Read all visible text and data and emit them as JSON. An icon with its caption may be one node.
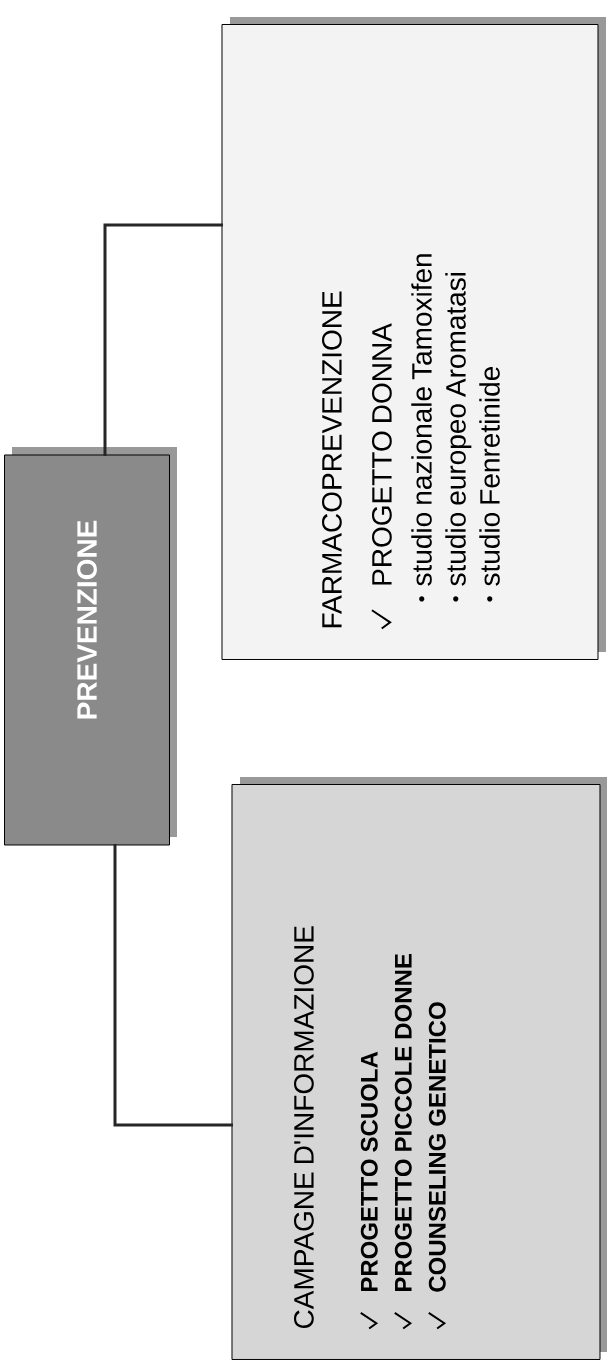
{
  "diagram": {
    "nodes": [
      {
        "text": [
          "PREVENZIONE"
        ]
      },
      {
        "text": [
          "CAMPAGNE D'INFORMAZIONE",
          "PROGETTO SCUOLA",
          "PROGETTO PICCOLE DONNE",
          "COUNSELING GENETICO"
        ]
      },
      {
        "text": [
          "FARMACOPREVENZIONE",
          "PROGETTO DONNA",
          "studio nazionale Tamoxifen",
          "studio europeo Aromatasi",
          "studio Fenretinide"
        ]
      }
    ],
    "edges": [
      {
        "from": 0,
        "to": 1,
        "arrow": "none"
      },
      {
        "from": 0,
        "to": 2,
        "arrow": "none"
      }
    ]
  }
}
